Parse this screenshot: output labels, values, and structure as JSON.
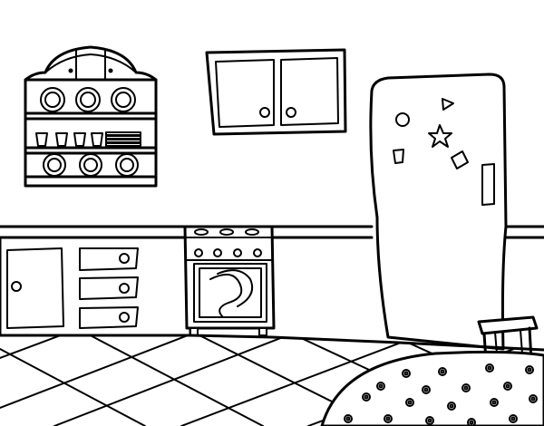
{
  "scene": {
    "kind": "kitchen coloring page",
    "line_color": "#000000",
    "background_color": "#ffffff",
    "objects": [
      "dish-shelf",
      "wall-cabinet",
      "refrigerator",
      "fridge-magnets",
      "lower-cabinet",
      "drawers",
      "stove",
      "oven",
      "checkered-floor",
      "round-table",
      "tablecloth-flowers",
      "stool"
    ]
  }
}
